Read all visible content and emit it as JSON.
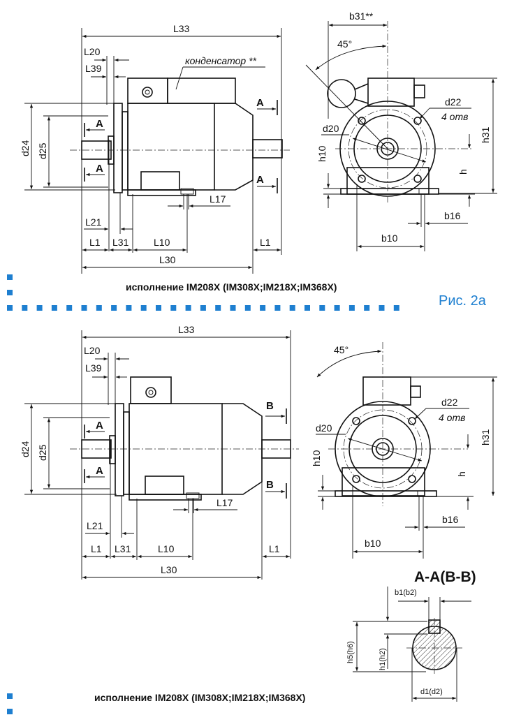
{
  "figure_label": "Рис. 2а",
  "accent_color": "#1e7fd0",
  "top_drawing": {
    "caption": "исполнение IM208X (IM308X;IM218X;IM368X)",
    "side_view": {
      "capacitor_label": "конденсатор **",
      "section_marker": "A",
      "dims": {
        "L33": "L33",
        "L20": "L20",
        "L39": "L39",
        "d24": "d24",
        "d25": "d25",
        "L17": "L17",
        "L21": "L21",
        "L1": "L1",
        "L31": "L31",
        "L10": "L10",
        "L30": "L30"
      }
    },
    "end_view": {
      "dims": {
        "b31": "b31**",
        "angle": "45°",
        "d22": "d22",
        "holes": "4 отв",
        "d20": "d20",
        "h10": "h10",
        "h": "h",
        "h31": "h31",
        "b16": "b16",
        "b10": "b10"
      }
    }
  },
  "bottom_drawing": {
    "caption": "исполнение IM208X (IM308X;IM218X;IM368X)",
    "side_view": {
      "section_marker_a": "A",
      "section_marker_b": "B",
      "dims": {
        "L33": "L33",
        "L20": "L20",
        "L39": "L39",
        "d24": "d24",
        "d25": "d25",
        "L17": "L17",
        "L21": "L21",
        "L1": "L1",
        "L31": "L31",
        "L10": "L10",
        "L30": "L30"
      }
    },
    "end_view": {
      "dims": {
        "angle": "45°",
        "d22": "d22",
        "holes": "4 отв",
        "d20": "d20",
        "h10": "h10",
        "h": "h",
        "h31": "h31",
        "b16": "b16",
        "b10": "b10"
      }
    },
    "section": {
      "title": "A-A(B-B)",
      "dims": {
        "b1": "b1(b2)",
        "h5": "h5(h6)",
        "h1": "h1(h2)",
        "d1": "d1(d2)"
      }
    }
  }
}
